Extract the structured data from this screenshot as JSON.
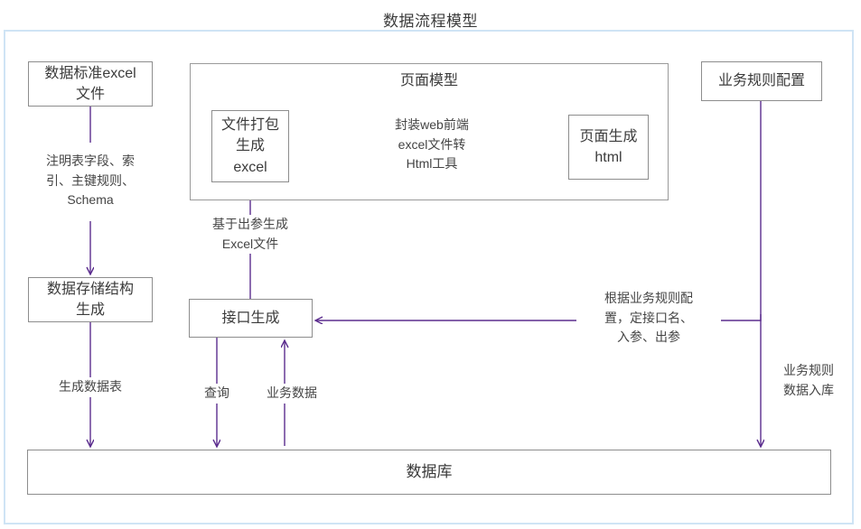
{
  "diagram": {
    "title": "数据流程模型",
    "accent_line_color": "#5b2d8e",
    "node_border_color": "#8d8d8d",
    "frame_border_color": "#cfe4f5",
    "text_color": "#3b3b3b"
  },
  "nodes": {
    "excel_standard_file": {
      "line1": "数据标准excel",
      "line2": "文件"
    },
    "page_model_group": {
      "title": "页面模型"
    },
    "file_package": {
      "line1": "文件打包",
      "line2": "生成",
      "line3": "excel"
    },
    "page_generate": {
      "line1": "页面生成",
      "line2": "html"
    },
    "business_rule_config": {
      "line1": "业务规则配置"
    },
    "data_storage_struct": {
      "line1": "数据存储结构",
      "line2": "生成"
    },
    "interface_generate": {
      "line1": "接口生成"
    },
    "database": {
      "line1": "数据库"
    }
  },
  "edge_labels": {
    "schema_note": {
      "line1": "注明表字段、索",
      "line2": "引、主键规则、",
      "line3": "Schema"
    },
    "web_tool": {
      "line1": "封装web前端",
      "line2": "excel文件转",
      "line3": "Html工具"
    },
    "excel_from_out_params": {
      "line1": "基于出参生成",
      "line2": "Excel文件"
    },
    "business_rule_interface": {
      "line1": "根据业务规则配",
      "line2": "置，定接口名、",
      "line3": "入参、出参"
    },
    "generate_table": {
      "line1": "生成数据表"
    },
    "query": {
      "line1": "查询"
    },
    "business_data": {
      "line1": "业务数据"
    },
    "business_rule_storage": {
      "line1": "业务规则",
      "line2": "数据入库"
    }
  }
}
